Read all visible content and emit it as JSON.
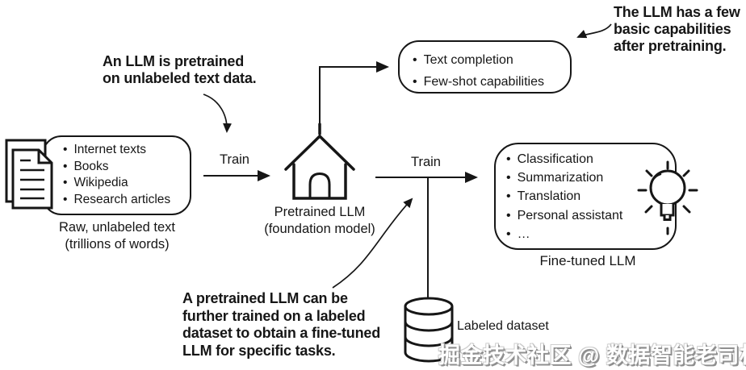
{
  "colors": {
    "ink": "#161616",
    "background": "#ffffff",
    "watermark_text": "#ffffff",
    "watermark_shadow": "#8f8f8f"
  },
  "glyphs": {
    "bullet": "•"
  },
  "annotations": {
    "pretrain_note": "An LLM is pretrained\non unlabeled text data.",
    "capabilities_note": "The LLM has a few\nbasic capabilities\nafter pretraining.",
    "finetune_note": "A pretrained LLM can be\nfurther trained on a labeled\ndataset to obtain a fine-tuned\nLLM for specific tasks."
  },
  "labels": {
    "train_left": "Train",
    "train_right": "Train",
    "pretrained_llm_caption": "Pretrained LLM\n(foundation model)",
    "raw_text_caption": "Raw, unlabeled text\n(trillions of words)",
    "finetuned_llm_caption": "Fine-tuned LLM",
    "labeled_dataset": "Labeled dataset"
  },
  "boxes": {
    "pretraining_capabilities": {
      "items": [
        "Text completion",
        "Few-shot capabilities"
      ]
    },
    "raw_text_sources": {
      "items": [
        "Internet texts",
        "Books",
        "Wikipedia",
        "Research articles"
      ]
    },
    "finetuned_tasks": {
      "items": [
        "Classification",
        "Summarization",
        "Translation",
        "Personal assistant",
        "…"
      ]
    }
  },
  "icons": [
    "documents-icon",
    "house-icon",
    "lightbulb-icon",
    "database-icon"
  ],
  "watermark": "掘金技术社区 @ 数据智能老司机"
}
